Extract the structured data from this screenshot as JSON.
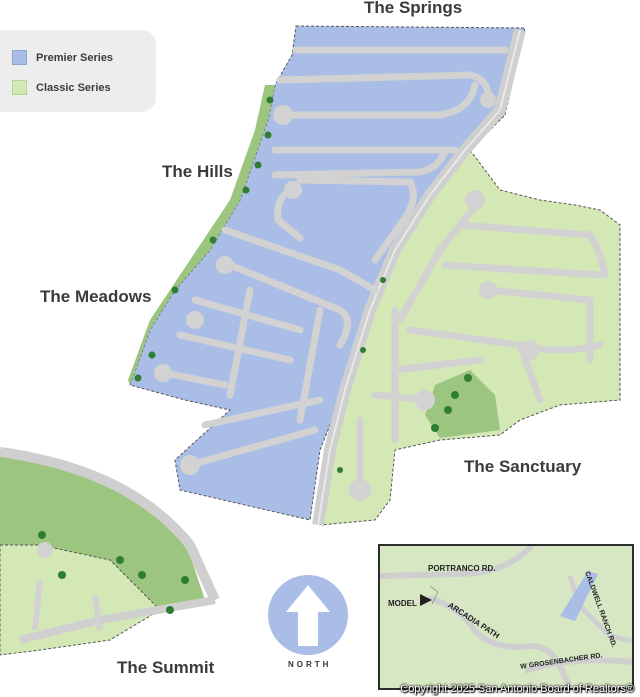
{
  "legend": {
    "items": [
      {
        "label": "Premier Series",
        "color": "#a9bde6"
      },
      {
        "label": "Classic Series",
        "color": "#d4e8b6"
      }
    ]
  },
  "areas": {
    "springs": "The Springs",
    "hills": "The Hills",
    "meadows": "The Meadows",
    "sanctuary": "The Sanctuary",
    "summit": "The Summit"
  },
  "compass": {
    "label": "NORTH"
  },
  "inset": {
    "portranco": "PORTRANCO RD.",
    "model": "MODEL",
    "arcadia": "ARCADIA PATH",
    "caldwell": "CALDWELL RANCH RD.",
    "grosenbacher": "W GROSENBACHER RD."
  },
  "copyright": "Copyright 2025 San Antonio Board of Realtors®",
  "colors": {
    "premier": "#a9bde6",
    "classic": "#d4e8b6",
    "green": "#9cc57f",
    "road": "#d0d0d0",
    "tree": "#2e7d32"
  }
}
